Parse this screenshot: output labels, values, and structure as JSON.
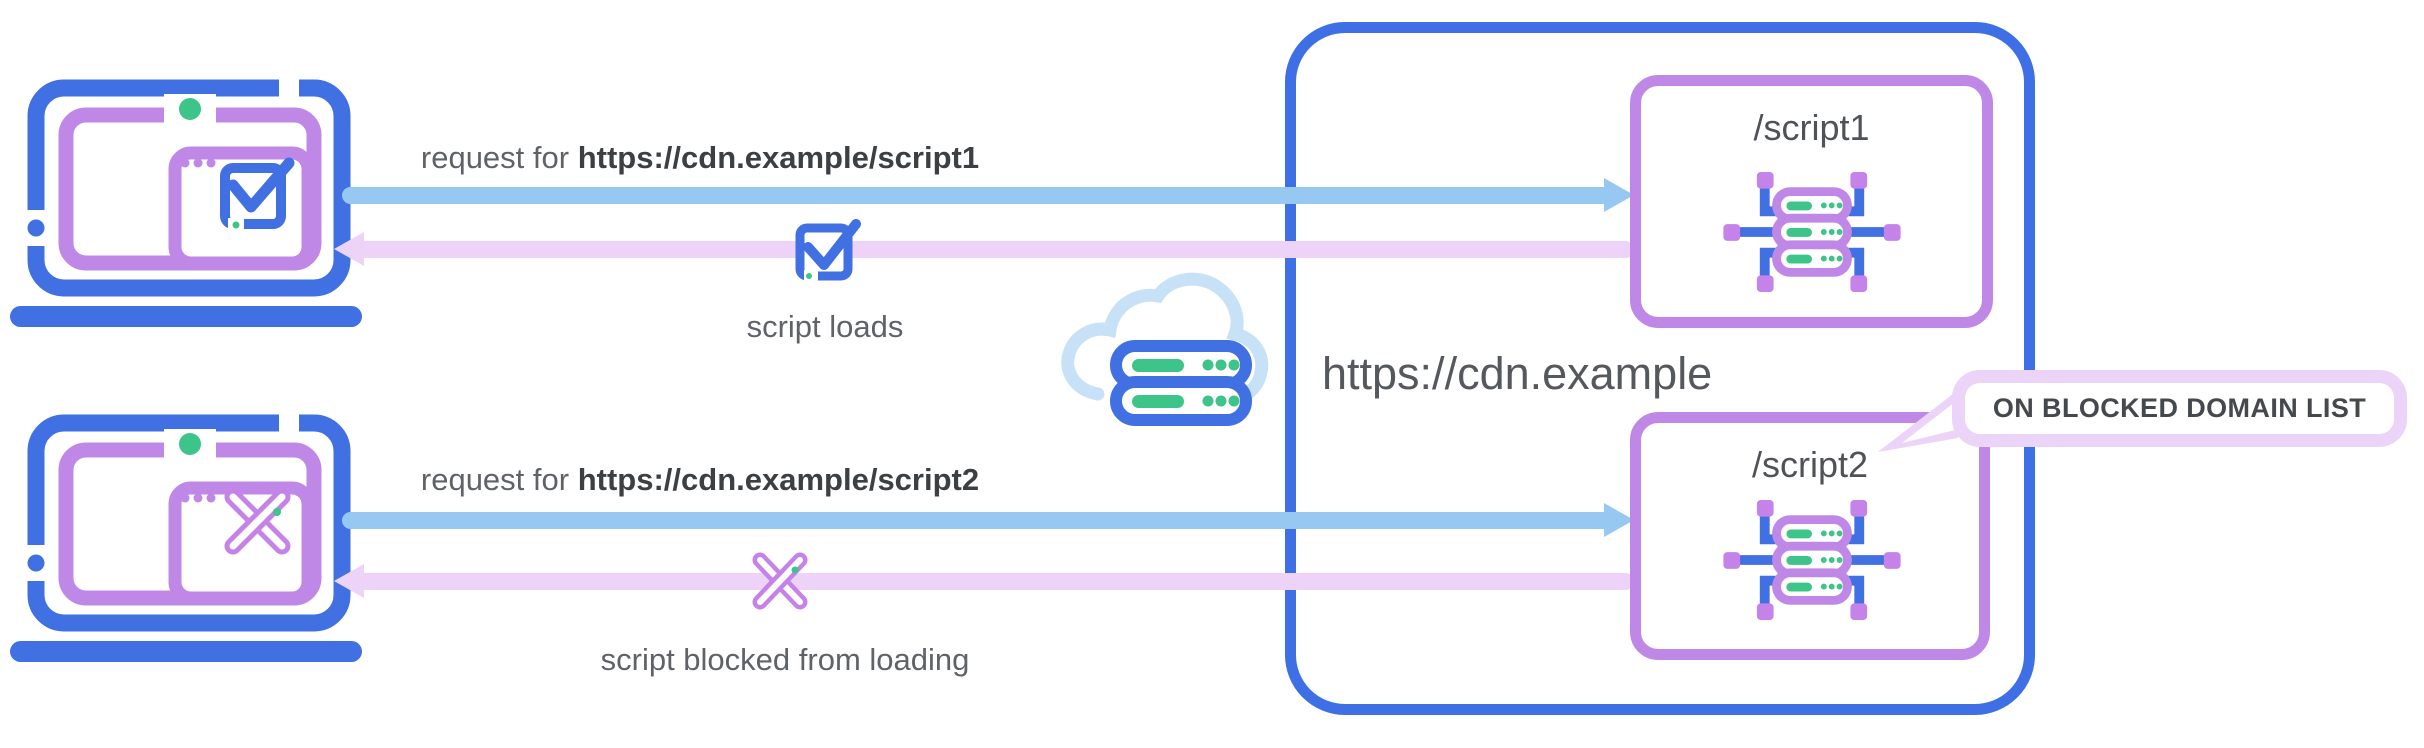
{
  "flows": [
    {
      "request_prefix": "request for",
      "request_url": "https://cdn.example/script1",
      "result_label": "script loads",
      "client_icon": "laptop-check-icon",
      "result_icon": "check-square-icon"
    },
    {
      "request_prefix": "request for",
      "request_url": "https://cdn.example/script2",
      "result_label": "script blocked from loading",
      "client_icon": "laptop-cross-icon",
      "result_icon": "cross-icon"
    }
  ],
  "cdn": {
    "label": "https://cdn.example",
    "gateway_icon": "cloud-server-icon",
    "server_boxes": [
      {
        "label": "/script1",
        "icon": "server-network-icon"
      },
      {
        "label": "/script2",
        "icon": "server-network-icon",
        "callout": "ON BLOCKED DOMAIN LIST"
      }
    ]
  },
  "colors": {
    "blue": "#4170e2",
    "box_blue": "#3f6fe4",
    "arrow_blue": "#96c8f2",
    "arrow_pink": "#ecd3f7",
    "purple": "#c088e6",
    "green": "#3dc488",
    "cloud_blue": "#c7e1f7",
    "text_gray": "#5f6368",
    "text_dark": "#3c4043"
  }
}
